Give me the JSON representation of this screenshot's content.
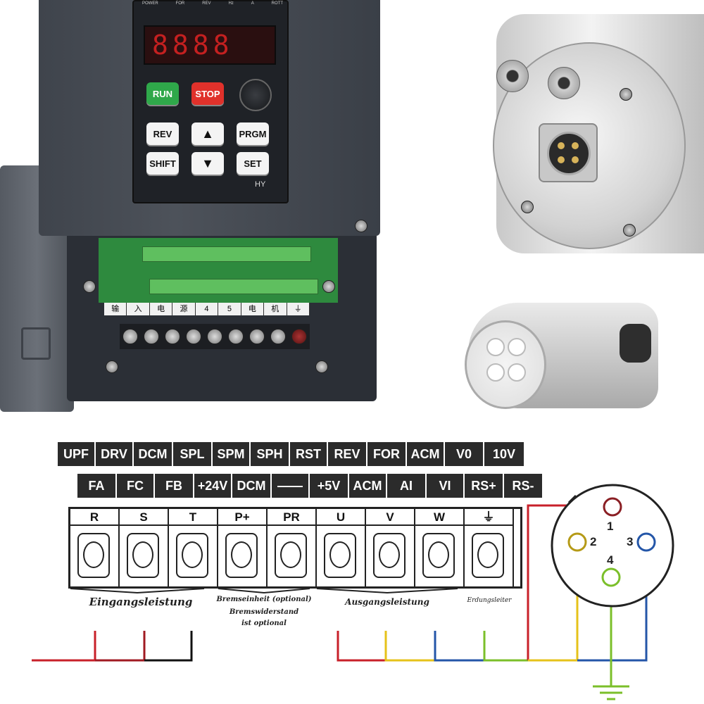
{
  "vfd": {
    "led_labels": [
      "POWER",
      "FOR",
      "REV",
      "Hz",
      "A",
      "ROTT"
    ],
    "display": "8888",
    "keys": {
      "run": "RUN",
      "stop": "STOP",
      "rev": "REV",
      "up": "▲",
      "prgm": "PRGM",
      "shift": "SHIFT",
      "down": "▼",
      "set": "SET"
    },
    "brand": "HY",
    "label_strip": [
      "输",
      "入",
      "电",
      "源",
      "4",
      "5",
      "电",
      "机",
      "⏚"
    ]
  },
  "diagram": {
    "control_row1": [
      "UPF",
      "DRV",
      "DCM",
      "SPL",
      "SPM",
      "SPH",
      "RST",
      "REV",
      "FOR",
      "ACM",
      "V0",
      "10V"
    ],
    "control_row2": [
      "FA",
      "FC",
      "FB",
      "+24V",
      "DCM",
      "——",
      "+5V",
      "ACM",
      "AI",
      "VI",
      "RS+",
      "RS-"
    ],
    "power_terminals": [
      "R",
      "S",
      "T",
      "P+",
      "PR",
      "U",
      "V",
      "W",
      "⏚"
    ],
    "captions": {
      "input": "Eingangsleistung",
      "brake": "Bremseinheit (optional)",
      "brake2": "Bremswiderstand",
      "brake3": "ist optional",
      "output": "Ausgangsleistung",
      "ground": "Erdungsleiter"
    },
    "connector_pins": [
      "1",
      "2",
      "3",
      "4"
    ]
  },
  "wire_colors": {
    "red": "#c8202a",
    "yellow": "#e6c21a",
    "blue": "#2456a8",
    "green": "#7bbf2a",
    "black": "#111111"
  }
}
